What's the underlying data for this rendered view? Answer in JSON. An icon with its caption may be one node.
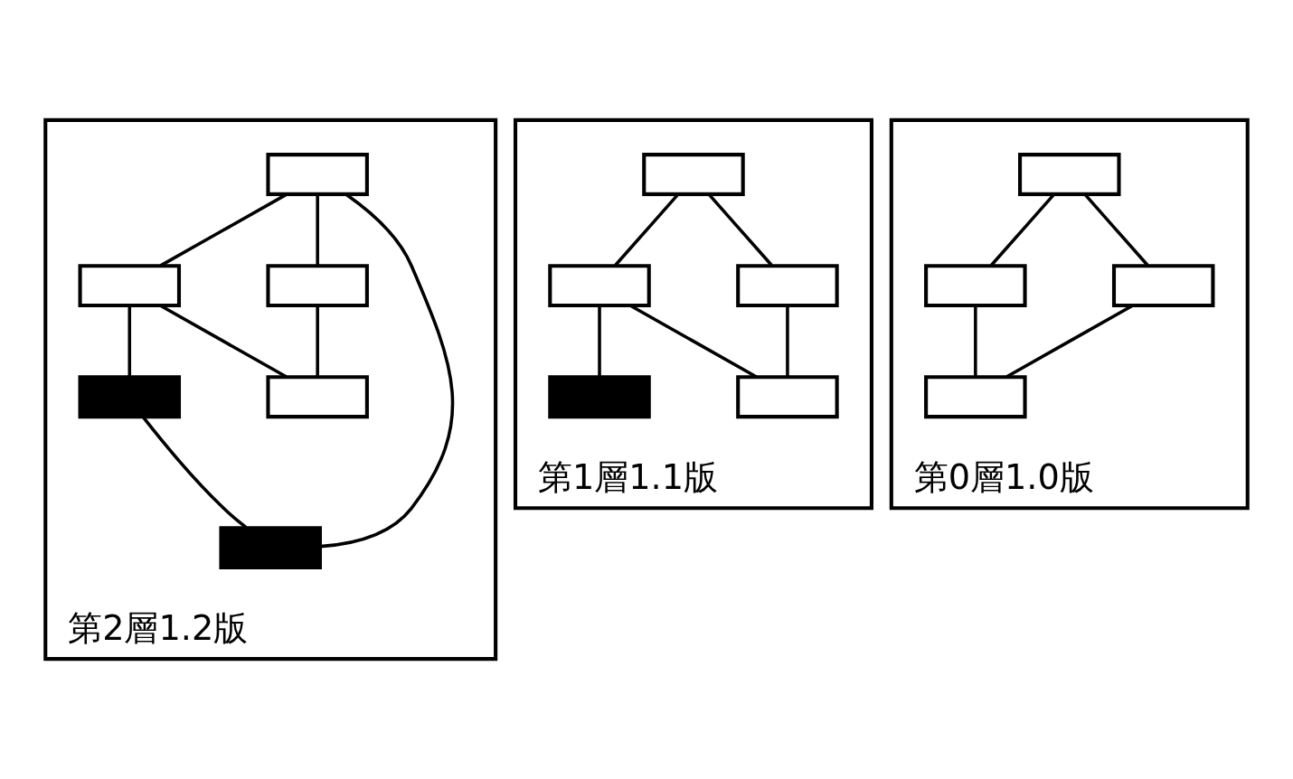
{
  "diagram": {
    "nodes": [
      {
        "text": [
          "第2層1.2版"
        ]
      },
      {
        "text": [],
        "shape": "box",
        "in": 0
      },
      {
        "text": [],
        "shape": "box",
        "in": 0
      },
      {
        "text": [],
        "shape": "box",
        "in": 0
      },
      {
        "text": [],
        "shape": "box",
        "in": 0
      },
      {
        "text": [],
        "shape": "box",
        "in": 0
      },
      {
        "text": [],
        "shape": "box",
        "in": 0
      },
      {
        "text": [
          "第1層1.1版"
        ]
      },
      {
        "text": [],
        "shape": "box",
        "in": 7
      },
      {
        "text": [],
        "shape": "box",
        "in": 7
      },
      {
        "text": [],
        "shape": "box",
        "in": 7
      },
      {
        "text": [],
        "shape": "box",
        "in": 7
      },
      {
        "text": [],
        "shape": "box",
        "in": 7
      },
      {
        "text": [
          "第0層1.0版"
        ]
      },
      {
        "text": [],
        "shape": "box",
        "in": 13
      },
      {
        "text": [],
        "shape": "box",
        "in": 13
      },
      {
        "text": [],
        "shape": "box",
        "in": 13
      },
      {
        "text": [],
        "shape": "box",
        "in": 13
      }
    ],
    "edges": [
      {
        "from": 1,
        "to": 2,
        "arrow": "none"
      },
      {
        "from": 1,
        "to": 3,
        "arrow": "none"
      },
      {
        "from": 1,
        "to": 6,
        "arrow": "none"
      },
      {
        "from": 2,
        "to": 4,
        "arrow": "none"
      },
      {
        "from": 3,
        "to": 4,
        "arrow": "none"
      },
      {
        "from": 2,
        "to": 5,
        "arrow": "none"
      },
      {
        "from": 5,
        "to": 6,
        "arrow": "none"
      },
      {
        "from": 8,
        "to": 9,
        "arrow": "none"
      },
      {
        "from": 8,
        "to": 10,
        "arrow": "none"
      },
      {
        "from": 9,
        "to": 11,
        "arrow": "none"
      },
      {
        "from": 10,
        "to": 11,
        "arrow": "none"
      },
      {
        "from": 9,
        "to": 12,
        "arrow": "none"
      },
      {
        "from": 14,
        "to": 15,
        "arrow": "none"
      },
      {
        "from": 14,
        "to": 16,
        "arrow": "none"
      },
      {
        "from": 15,
        "to": 17,
        "arrow": "none"
      },
      {
        "from": 16,
        "to": 17,
        "arrow": "none"
      }
    ]
  }
}
